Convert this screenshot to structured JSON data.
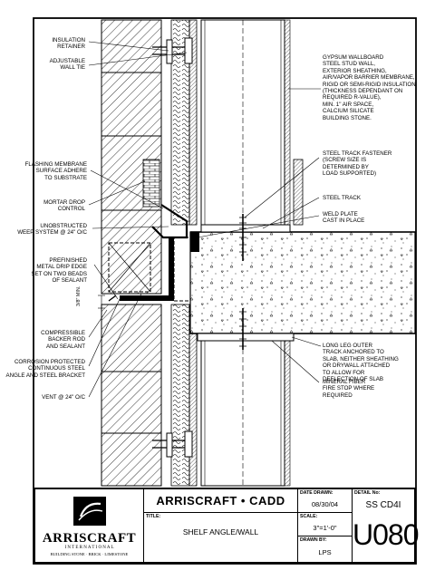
{
  "labels_left": [
    {
      "id": "insulation-retainer",
      "lines": [
        "INSULATION",
        "RETAINER"
      ]
    },
    {
      "id": "adjustable-wall-tie",
      "lines": [
        "ADJUSTABLE",
        "WALL TIE"
      ]
    },
    {
      "id": "flashing-membrane",
      "lines": [
        "FLASHING MEMBRANE",
        "SURFACE ADHERE",
        "TO SUBSTRATE"
      ]
    },
    {
      "id": "mortar-drop-control",
      "lines": [
        "MORTAR DROP",
        "CONTROL"
      ]
    },
    {
      "id": "weep-system",
      "lines": [
        "UNOBSTRUCTED",
        "WEEP SYSTEM @ 24\" O/C"
      ]
    },
    {
      "id": "metal-drip-edge",
      "lines": [
        "PREFINISHED",
        "METAL DRIP EDGE",
        "SET ON TWO BEADS",
        "OF SEALANT"
      ]
    },
    {
      "id": "backer-rod",
      "lines": [
        "COMPRESSIBLE",
        "BACKER ROD",
        "AND SEALANT"
      ]
    },
    {
      "id": "steel-angle",
      "lines": [
        "CORROSION PROTECTED",
        "CONTINUOUS STEEL",
        "ANGLE AND STEEL BRACKET"
      ]
    },
    {
      "id": "vent",
      "lines": [
        "VENT @ 24\" O/C"
      ]
    }
  ],
  "labels_right": [
    {
      "id": "wall-assembly",
      "lines": [
        "GYPSUM WALLBOARD",
        "STEEL STUD WALL,",
        "EXTERIOR SHEATHING,",
        "AIR/VAPOR BARRIER MEMBRANE,",
        "RIGID OR SEMI-RIGID INSULATION",
        "(THICKNESS DEPENDANT ON",
        "REQUIRED R-VALUE),",
        "MIN. 1\" AIR SPACE,",
        "CALCIUM SILICATE",
        "BUILDING STONE."
      ]
    },
    {
      "id": "track-fastener",
      "lines": [
        "STEEL TRACK FASTENER",
        "(SCREW SIZE IS",
        "DETERMINED BY",
        "LOAD SUPPORTED)"
      ]
    },
    {
      "id": "steel-track",
      "lines": [
        "STEEL TRACK"
      ]
    },
    {
      "id": "weld-plate",
      "lines": [
        "WELD PLATE",
        "CAST IN PLACE"
      ]
    },
    {
      "id": "outer-track",
      "lines": [
        "LONG LEG OUTER",
        "TRACK ANCHORED TO",
        "SLAB, NEITHER SHEATHING",
        "OR DRYWALL ATTACHED",
        "TO ALLOW FOR",
        "DEFLECTION OF SLAB"
      ]
    },
    {
      "id": "fire-stop",
      "lines": [
        "MINERAL FIBER",
        "FIRE STOP WHERE",
        "REQUIRED"
      ]
    }
  ],
  "dimension_label": "3/8\" MIN.",
  "title_block": {
    "logo_name": "ARRISCRAFT",
    "logo_sub": "I N T E R N A T I O N A L",
    "logo_tagline": "BUILDING STONE · BRICK · LIMESTONE",
    "company": "ARRISCRAFT • CADD",
    "title_caption": "TITLE:",
    "title": "SHELF ANGLE/WALL",
    "date_caption": "DATE DRAWN:",
    "date": "08/30/04",
    "scale_caption": "SCALE:",
    "scale": "3\"=1'-0\"",
    "drawn_caption": "DRAWN BY:",
    "drawn_by": "LPS",
    "detail_caption": "DETAIL No:",
    "detail_code": "SS CD4I",
    "detail_number": "U080"
  }
}
